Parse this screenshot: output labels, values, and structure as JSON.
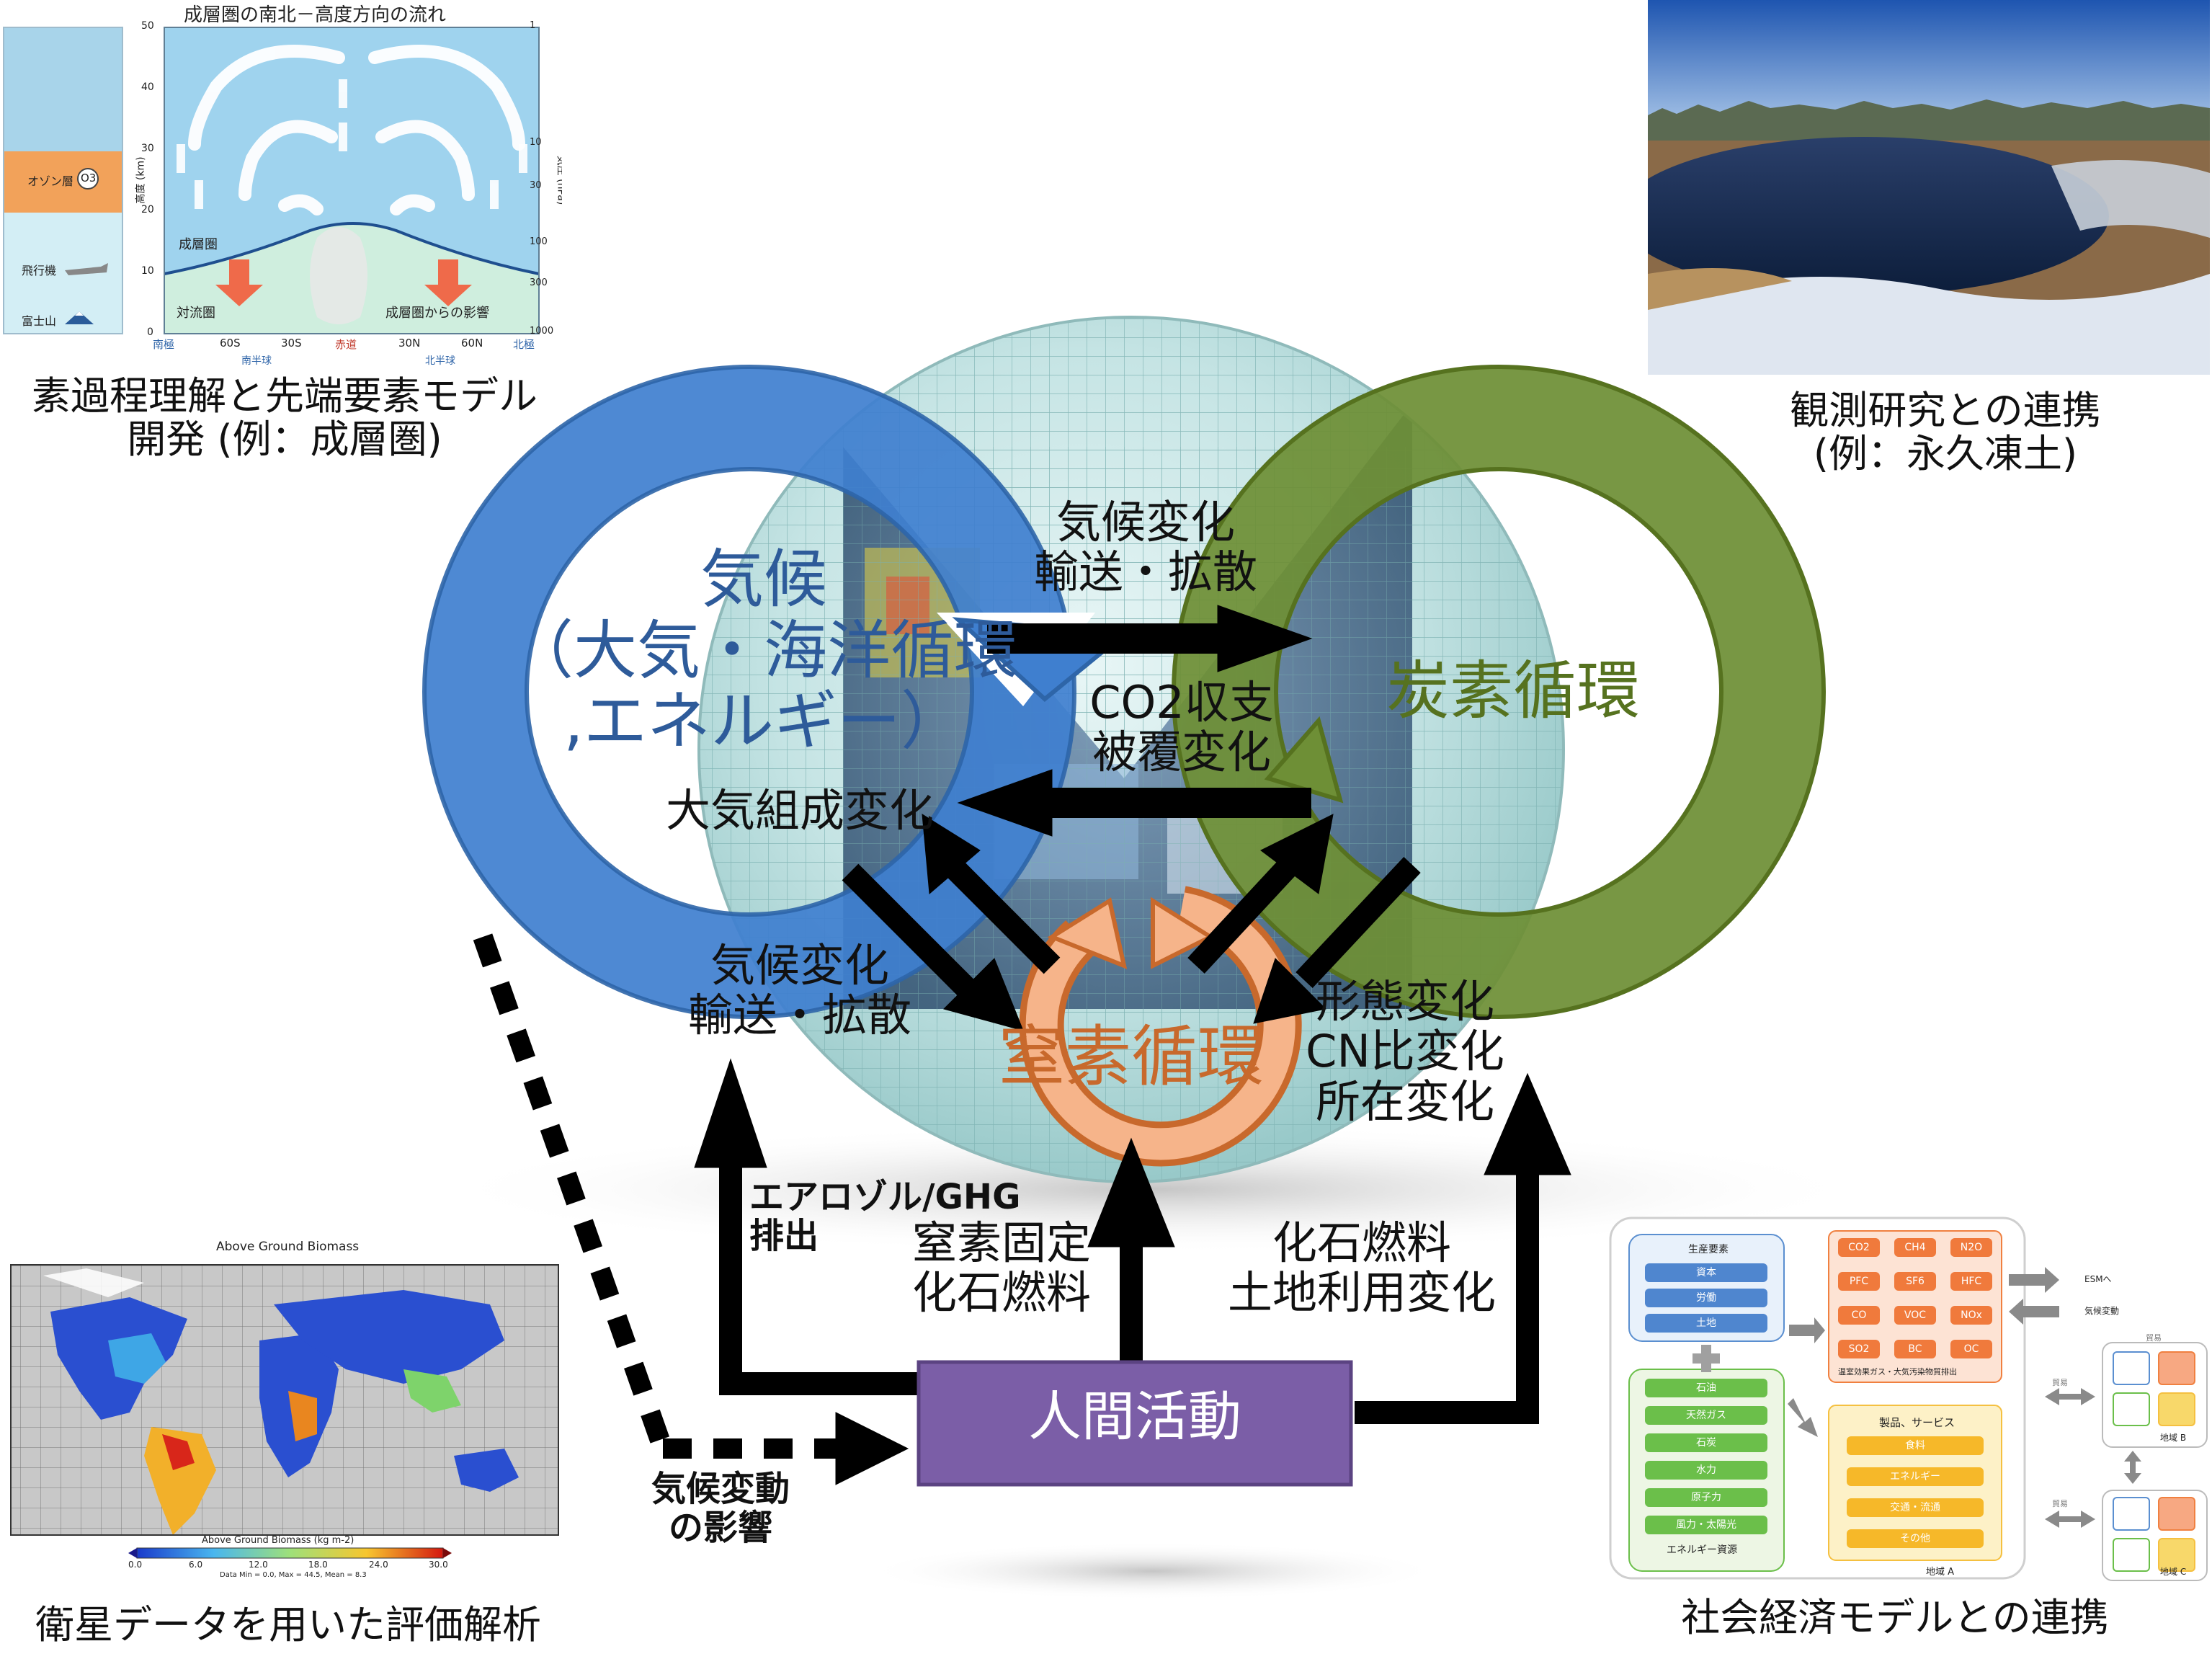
{
  "cycles": {
    "climate": {
      "label": "気候\n（大気・海洋循環\n,エネルギー）",
      "color": "#3f7fcf"
    },
    "carbon": {
      "label": "炭素循環",
      "color": "#6e8f36"
    },
    "nitrogen": {
      "label": "窒素循環",
      "color": "#c8692c"
    }
  },
  "human_activity": {
    "label": "人間活動",
    "color": "#7b5ea7"
  },
  "flows": {
    "climate_to_carbon": "気候変化\n輸送・拡散",
    "carbon_to_climate": "CO2収支\n被覆変化",
    "atmos_composition": "大気組成変化",
    "climate_to_nitrogen": "気候変化\n輸送・拡散",
    "nitrogen_carbon": "形態変化\nCN比変化\n所在変化",
    "aerosol": "エアロゾル/GHG\n排出",
    "nitrogen_fix": "窒素固定\n化石燃料",
    "fossil_land": "化石燃料\n土地利用変化",
    "climate_impact": "気候変動\nの影響"
  },
  "captions": {
    "top_left": "素過程理解と先端要素モデル\n開発 (例：成層圏)",
    "top_right": "観測研究との連携\n(例：永久凍土)",
    "bottom_left": "衛星データを用いた評価解析",
    "bottom_right": "社会経済モデルとの連携"
  },
  "stratosphere_panel": {
    "title": "成層圏の南北－高度方向の流れ",
    "ozone": "オゾン層",
    "o3": "O3",
    "airplane": "飛行機",
    "fuji": "富士山",
    "stratosphere": "成層圏",
    "troposphere": "対流圏",
    "influence": "成層圏からの影響",
    "ylabel_left": "高度 (km)",
    "ylabel_right": "気圧 (hPa)",
    "yticks_left": [
      "50",
      "40",
      "30",
      "20",
      "10",
      "0"
    ],
    "yticks_right": [
      "1",
      "10",
      "30",
      "100",
      "300",
      "1000"
    ],
    "xticks": [
      "南極",
      "60S",
      "30S",
      "赤道",
      "30N",
      "60N",
      "北極"
    ],
    "hemispheres": [
      "南半球",
      "北半球"
    ]
  },
  "biomass_panel": {
    "title": "Above Ground Biomass",
    "colorbar_label": "Above Ground Biomass (kg m-2)",
    "colorbar_ticks": [
      "0.0",
      "6.0",
      "12.0",
      "18.0",
      "24.0",
      "30.0"
    ],
    "stats": "Data Min = 0.0, Max = 44.5, Mean = 8.3"
  },
  "socio_panel": {
    "factors_title": "生産要素",
    "factors": [
      "資本",
      "労働",
      "土地"
    ],
    "energy": [
      "石油",
      "天然ガス",
      "石炭",
      "水力",
      "原子力",
      "風力・太陽光"
    ],
    "energy_title": "エネルギー資源",
    "gases": [
      "CO2",
      "CH4",
      "N2O",
      "PFC",
      "SF6",
      "HFC",
      "CO",
      "VOC",
      "NOx",
      "SO2",
      "BC",
      "OC"
    ],
    "gases_title": "温室効果ガス・大気汚染物質排出",
    "products_title": "製品、サービス",
    "products": [
      "食料",
      "エネルギー",
      "交通・流通",
      "その他"
    ],
    "region_a": "地域 A",
    "region_b": "地域 B",
    "region_c": "地域 C",
    "esm": "ESMへ",
    "climate_change": "気候変動",
    "trade1": "貿易",
    "trade2": "貿易",
    "trade3": "貿易"
  }
}
